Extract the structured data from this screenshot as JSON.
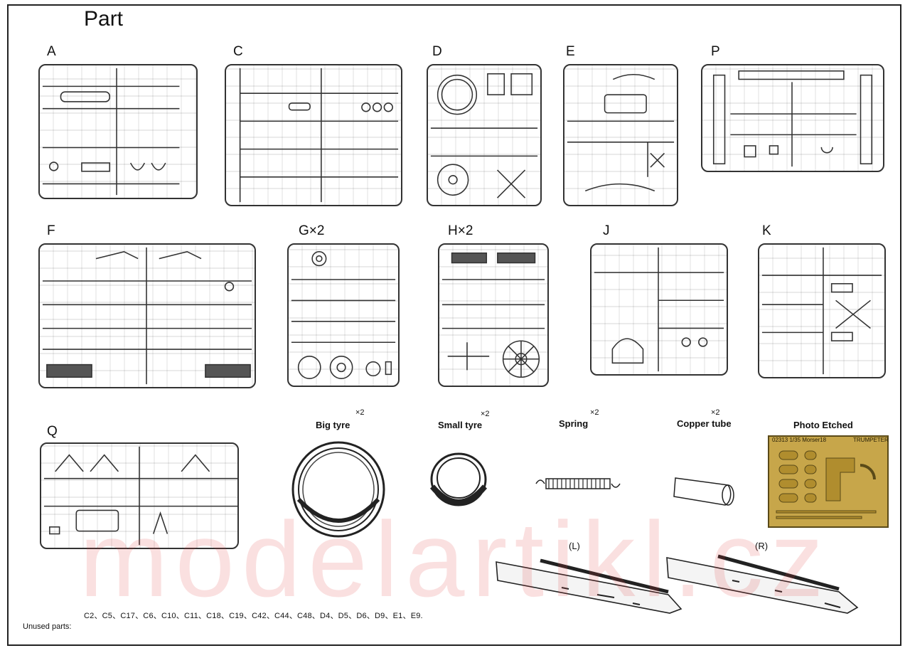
{
  "title": "Part",
  "sprues": [
    {
      "id": "A",
      "label": "A"
    },
    {
      "id": "C",
      "label": "C"
    },
    {
      "id": "D",
      "label": "D"
    },
    {
      "id": "E",
      "label": "E"
    },
    {
      "id": "P",
      "label": "P"
    },
    {
      "id": "F",
      "label": "F"
    },
    {
      "id": "G",
      "label": "G×2"
    },
    {
      "id": "H",
      "label": "H×2"
    },
    {
      "id": "J",
      "label": "J"
    },
    {
      "id": "K",
      "label": "K"
    },
    {
      "id": "Q",
      "label": "Q"
    }
  ],
  "accessories": {
    "big_tyre": {
      "label": "Big tyre",
      "mult": "×2"
    },
    "small_tyre": {
      "label": "Small tyre",
      "mult": "×2"
    },
    "spring": {
      "label": "Spring",
      "mult": "×2"
    },
    "copper_tube": {
      "label": "Copper tube",
      "mult": "×2"
    },
    "photo_etched": {
      "label": "Photo Etched",
      "header": "02313  1/35 Morser18",
      "brand": "TRUMPETER"
    }
  },
  "rails": {
    "left": "(L)",
    "right": "(R)"
  },
  "unused": {
    "label": "Unused parts:",
    "list": "C2、C5、C17、C6、C10、C11、C18、C19、C42、C44、C48、D4、D5、D6、D9、E1、E9."
  },
  "watermark": "modelartikl.cz"
}
